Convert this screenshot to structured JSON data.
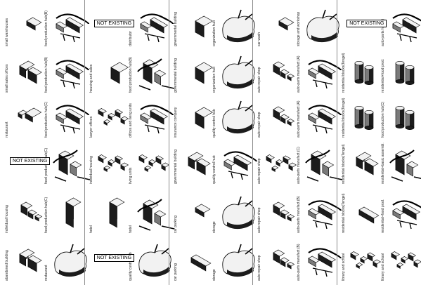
{
  "colors": {
    "face_top": "#f2f2f2",
    "face_side": "#7a7a7a",
    "face_dark": "#1c1c1c",
    "line": "#000000",
    "divider": "#8a8a8a"
  },
  "not_existing_label": "NOT EXISTING",
  "columns": [
    {
      "cells": [
        {
          "left": "small warehouses",
          "right": "food production hub(B)",
          "left_shape": "slab",
          "right_shape": "machine"
        },
        {
          "left": "small sales offices",
          "right": "food production hub(B)",
          "left_shape": "lshape",
          "right_shape": "machine"
        },
        {
          "left": "restaurant",
          "right": "food production hub(C)",
          "left_shape": "lowcube",
          "right_shape": "machine"
        },
        {
          "left": "",
          "right": "food production hub(C)",
          "left_shape": "none",
          "left_not_existing": true,
          "right_shape": "complex"
        },
        {
          "left": "individual housing",
          "right": "food production hub(C)",
          "left_shape": "steps",
          "right_shape": "tower"
        },
        {
          "left": "abandoned building",
          "right": "restaurant",
          "left_shape": "lshape",
          "right_shape": "blob"
        }
      ]
    },
    {
      "cells": [
        {
          "left": "",
          "right": "distributor",
          "left_shape": "none",
          "left_not_existing": true,
          "right_shape": "machine"
        },
        {
          "left": "housing and sales",
          "right": "food production hub(B)",
          "left_shape": "tallcube",
          "right_shape": "complex"
        },
        {
          "left": "lawyer offices",
          "right": "offices and living units",
          "left_shape": "scatter",
          "right_shape": "machine"
        },
        {
          "left": "individual housing",
          "right": "living units",
          "left_shape": "scatter",
          "right_shape": "scatter"
        },
        {
          "left": "hotel",
          "right": "hotel",
          "left_shape": "tower",
          "right_shape": "complex"
        },
        {
          "left": "",
          "right": "quality control hub",
          "left_shape": "none",
          "left_not_existing": true,
          "right_shape": "blob"
        }
      ]
    },
    {
      "cells": [
        {
          "left": "governmental building",
          "right": "organization hub",
          "left_shape": "tallcube",
          "right_shape": "blob"
        },
        {
          "left": "governmental building",
          "right": "organization hub",
          "left_shape": "tallcube",
          "right_shape": "blob"
        },
        {
          "left": "insurance company",
          "right": "quality control hub",
          "left_shape": "tallcube",
          "right_shape": "blob"
        },
        {
          "left": "governmental building",
          "right": "quality control hub",
          "left_shape": "lshape",
          "right_shape": "machine"
        },
        {
          "left": "car parking",
          "right": "storage",
          "left_shape": "slab",
          "right_shape": "blob"
        },
        {
          "left": "car parking",
          "right": "storage",
          "left_shape": "longslab",
          "right_shape": "blob"
        }
      ]
    },
    {
      "cells": [
        {
          "left": "car wash",
          "right": "storage and workshop",
          "left_shape": "slab",
          "right_shape": "blob"
        },
        {
          "left": "auto-repair shop",
          "right": "auto-parts manufact.(A)",
          "left_shape": "steps",
          "right_shape": "machine"
        },
        {
          "left": "auto-repair shop",
          "right": "auto-parts manufact.(A)",
          "left_shape": "steps",
          "right_shape": "machine"
        },
        {
          "left": "auto-repair shop",
          "right": "auto-parts manufact.(C)",
          "left_shape": "scatter",
          "right_shape": "complex"
        },
        {
          "left": "auto-repair shop",
          "right": "auto-parts manufact.(B)",
          "left_shape": "steps",
          "right_shape": "machine"
        },
        {
          "left": "auto-repair shop",
          "right": "auto-parts manufact.(B)",
          "left_shape": "steps",
          "right_shape": "machine"
        }
      ]
    },
    {
      "cells": [
        {
          "left": "",
          "right": "auto-parts hub(C)",
          "left_shape": "none",
          "left_not_existing": true,
          "right_shape": "machine"
        },
        {
          "left": "residential blocks(Tengel)",
          "right": "residential+food prod.",
          "left_shape": "cylinders",
          "right_shape": "cylinders"
        },
        {
          "left": "residential blocks(Tengel)",
          "right": "food production hub(C)",
          "left_shape": "cylinders",
          "right_shape": "cylinders"
        },
        {
          "left": "residential blocks(Tengel)",
          "right": "residential+basic assembl.",
          "left_shape": "lshape",
          "right_shape": "complex"
        },
        {
          "left": "residential blocks(Tengel)",
          "right": "residential+food prod.",
          "left_shape": "longslab",
          "right_shape": "machine"
        },
        {
          "left": "library and school",
          "right": "library and school",
          "left_shape": "scatter",
          "right_shape": "scatter"
        }
      ]
    }
  ]
}
